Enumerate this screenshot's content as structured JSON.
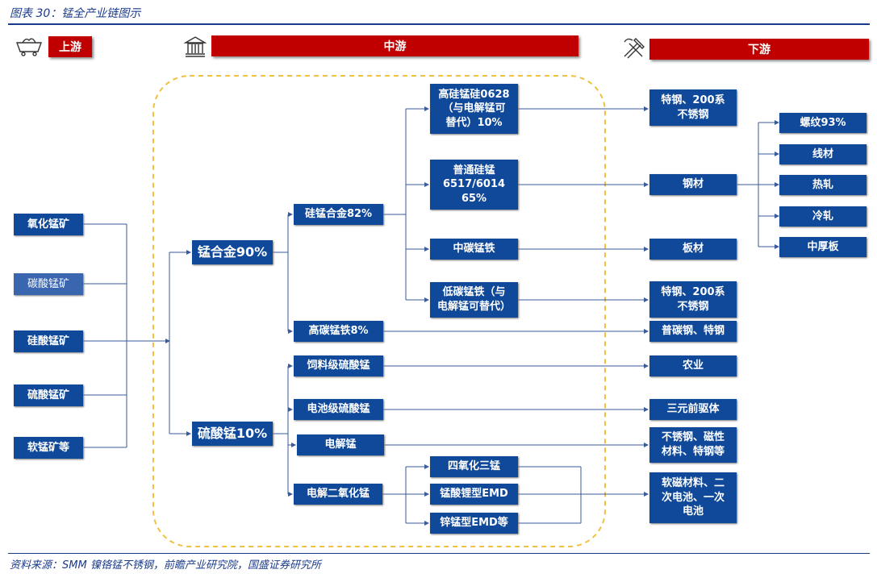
{
  "caption": "图表 30：锰全产业链图示",
  "source": "资料来源：SMM 镍铬锰不锈钢，前瞻产业研究院，国盛证券研究所",
  "headers": {
    "upstream": "上游",
    "midstream": "中游",
    "downstream": "下游"
  },
  "upstream": [
    "氧化锰矿",
    "碳酸锰矿",
    "硅酸锰矿",
    "硫酸锰矿",
    "软锰矿等"
  ],
  "mid1": {
    "alloy": "锰合金90%",
    "sulfate": "硫酸锰10%"
  },
  "mid2": {
    "simn": "硅锰合金82%",
    "hcfemn": "高碳锰铁8%",
    "feed": "饲料级硫酸锰",
    "battery": "电池级硫酸锰",
    "emm": "电解锰",
    "emd": "电解二氧化锰"
  },
  "mid3": {
    "hsimn": "高硅锰硅0628\n（与电解锰可\n替代）10%",
    "psimn": "普通硅锰\n6517/6014\n65%",
    "mcfemn": "中碳锰铁",
    "lcfemn": "低碳锰铁（与\n电解锰可替代）",
    "mn3o4": "四氧化三锰",
    "limn": "锰酸锂型EMD",
    "znmn": "锌锰型EMD等"
  },
  "down": {
    "special1": "特钢、200系\n不锈钢",
    "steel": "钢材",
    "plate": "板材",
    "special2": "特钢、200系\n不锈钢",
    "carbon": "普碳钢、特钢",
    "agri": "农业",
    "ternary": "三元前驱体",
    "stainless": "不锈钢、磁性\n材料、特钢等",
    "magnetic": "软磁材料、二\n次电池、一次\n电池"
  },
  "steel_products": [
    "螺纹93%",
    "线材",
    "热轧",
    "冷轧",
    "中厚板"
  ],
  "colors": {
    "box": "#10499a",
    "header": "#c00000",
    "dashed": "#f0c040",
    "line": "#3a5a9a"
  }
}
